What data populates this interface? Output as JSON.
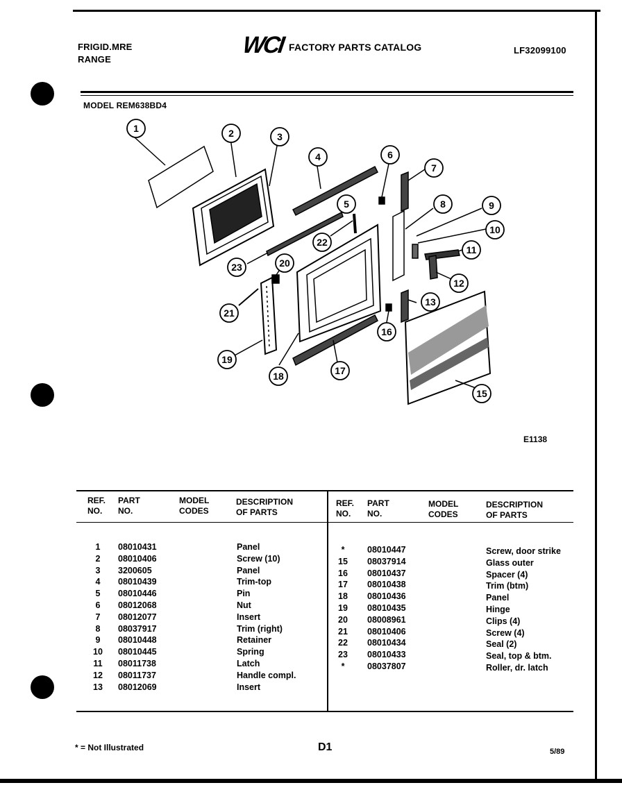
{
  "header": {
    "brand": "FRIGID.MRE",
    "product": "RANGE",
    "logo": "WCI",
    "catalog_title": "FACTORY PARTS CATALOG",
    "catalog_number": "LF32099100",
    "model": "MODEL REM638BD4"
  },
  "diagram": {
    "code": "E1138",
    "callouts": [
      "1",
      "2",
      "3",
      "4",
      "5",
      "6",
      "7",
      "8",
      "9",
      "10",
      "11",
      "12",
      "13",
      "15",
      "16",
      "17",
      "18",
      "19",
      "20",
      "21",
      "22",
      "23"
    ]
  },
  "table": {
    "headers": {
      "ref_no": [
        "REF.",
        "NO."
      ],
      "part_no": [
        "PART",
        "NO."
      ],
      "model_codes": [
        "MODEL",
        "CODES"
      ],
      "description": [
        "DESCRIPTION",
        "OF PARTS"
      ]
    },
    "left": {
      "refs": [
        "1",
        "2",
        "3",
        "4",
        "5",
        "6",
        "7",
        "8",
        "9",
        "10",
        "11",
        "12",
        "13"
      ],
      "parts": [
        "08010431",
        "08010406",
        "3200605",
        "08010439",
        "08010446",
        "08012068",
        "08012077",
        "08037917",
        "08010448",
        "08010445",
        "08011738",
        "08011737",
        "08012069"
      ],
      "descriptions": [
        "Panel",
        "Screw (10)",
        "Panel",
        "Trim-top",
        "Pin",
        "Nut",
        "Insert",
        "Trim (right)",
        "Retainer",
        "Spring",
        "Latch",
        "Handle compl.",
        "Insert"
      ]
    },
    "right": {
      "refs": [
        "*",
        "15",
        "16",
        "17",
        "18",
        "19",
        "20",
        "21",
        "22",
        "23",
        "*"
      ],
      "parts": [
        "08010447",
        "08037914",
        "08010437",
        "08010438",
        "08010436",
        "08010435",
        "08008961",
        "08010406",
        "08010434",
        "08010433",
        "08037807"
      ],
      "descriptions": [
        "Screw, door strike",
        "Glass outer",
        "Spacer (4)",
        "Trim (btm)",
        "Panel",
        "Hinge",
        "Clips (4)",
        "Screw (4)",
        "Seal (2)",
        "Seal, top & btm.",
        "Roller, dr. latch"
      ]
    }
  },
  "footer": {
    "note": "* = Not Illustrated",
    "page": "D1",
    "date": "5/89"
  }
}
